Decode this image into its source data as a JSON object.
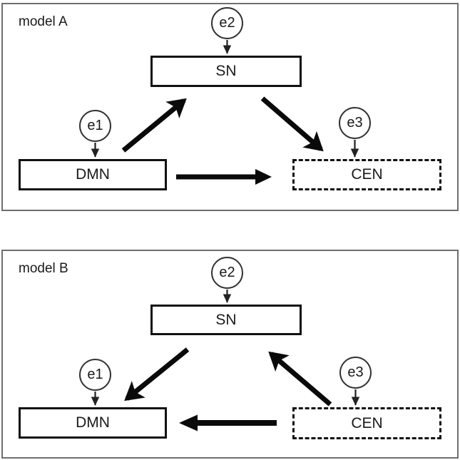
{
  "figure": {
    "background": "#ffffff",
    "line_color": "#111111",
    "panel_border_color": "#6e6e6e"
  },
  "panels": [
    {
      "id": "model-a",
      "title": "model A",
      "nodes": [
        {
          "id": "sn",
          "label": "SN",
          "style": "solid"
        },
        {
          "id": "dmn",
          "label": "DMN",
          "style": "solid"
        },
        {
          "id": "cen",
          "label": "CEN",
          "style": "dashed"
        }
      ],
      "inputs": [
        {
          "id": "e1",
          "label": "e1",
          "target": "dmn"
        },
        {
          "id": "e2",
          "label": "e2",
          "target": "sn"
        },
        {
          "id": "e3",
          "label": "e3",
          "target": "cen"
        }
      ],
      "connections": [
        {
          "from": "dmn",
          "to": "sn",
          "weight": "medium",
          "direction": "up-right"
        },
        {
          "from": "sn",
          "to": "cen",
          "weight": "medium",
          "direction": "down-right"
        },
        {
          "from": "dmn",
          "to": "cen",
          "weight": "thick",
          "direction": "right"
        }
      ]
    },
    {
      "id": "model-b",
      "title": "model B",
      "nodes": [
        {
          "id": "sn",
          "label": "SN",
          "style": "solid"
        },
        {
          "id": "dmn",
          "label": "DMN",
          "style": "solid"
        },
        {
          "id": "cen",
          "label": "CEN",
          "style": "dashed"
        }
      ],
      "inputs": [
        {
          "id": "e1",
          "label": "e1",
          "target": "dmn"
        },
        {
          "id": "e2",
          "label": "e2",
          "target": "sn"
        },
        {
          "id": "e3",
          "label": "e3",
          "target": "cen"
        }
      ],
      "connections": [
        {
          "from": "sn",
          "to": "dmn",
          "weight": "medium",
          "direction": "down-left"
        },
        {
          "from": "cen",
          "to": "sn",
          "weight": "medium",
          "direction": "up-left"
        },
        {
          "from": "cen",
          "to": "dmn",
          "weight": "thick",
          "direction": "left"
        }
      ]
    }
  ]
}
